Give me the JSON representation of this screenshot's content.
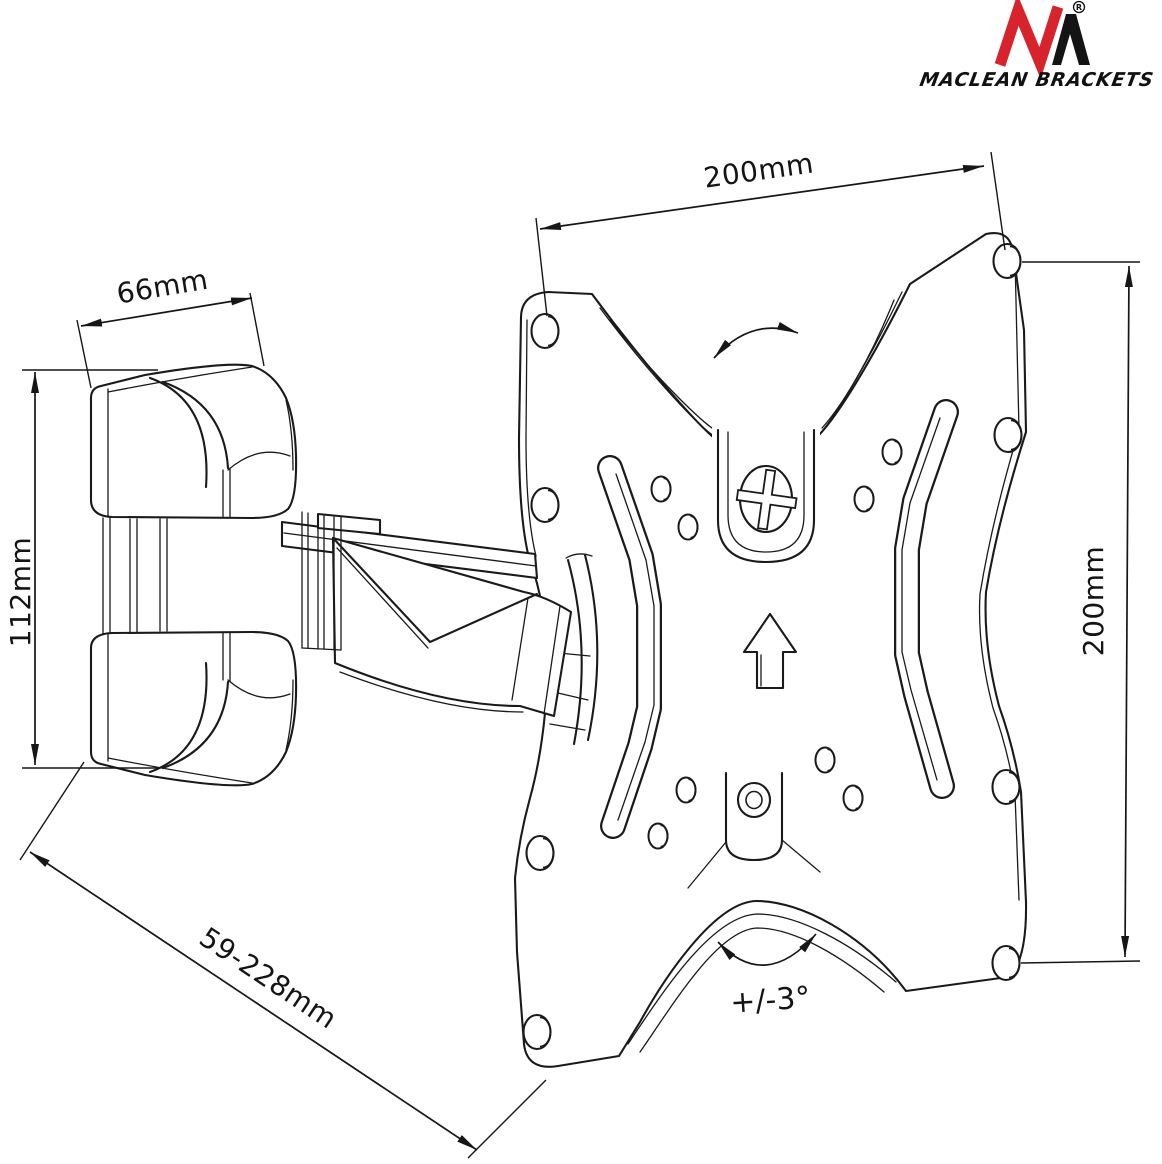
{
  "logo": {
    "brand": "MACLEAN BRACKETS",
    "registered_mark": "R",
    "red": "#d7232b",
    "black": "#141414"
  },
  "annotations": {
    "vesa_width": "200mm",
    "vesa_height": "200mm",
    "wall_bracket_width": "66mm",
    "wall_bracket_height": "112mm",
    "extension_range": "59-228mm",
    "rotation_range": "+/-3°"
  },
  "drawing": {
    "line_color": "#1a1a1a",
    "background": "#ffffff",
    "subject": "articulating TV wall mount bracket with VESA plate"
  }
}
